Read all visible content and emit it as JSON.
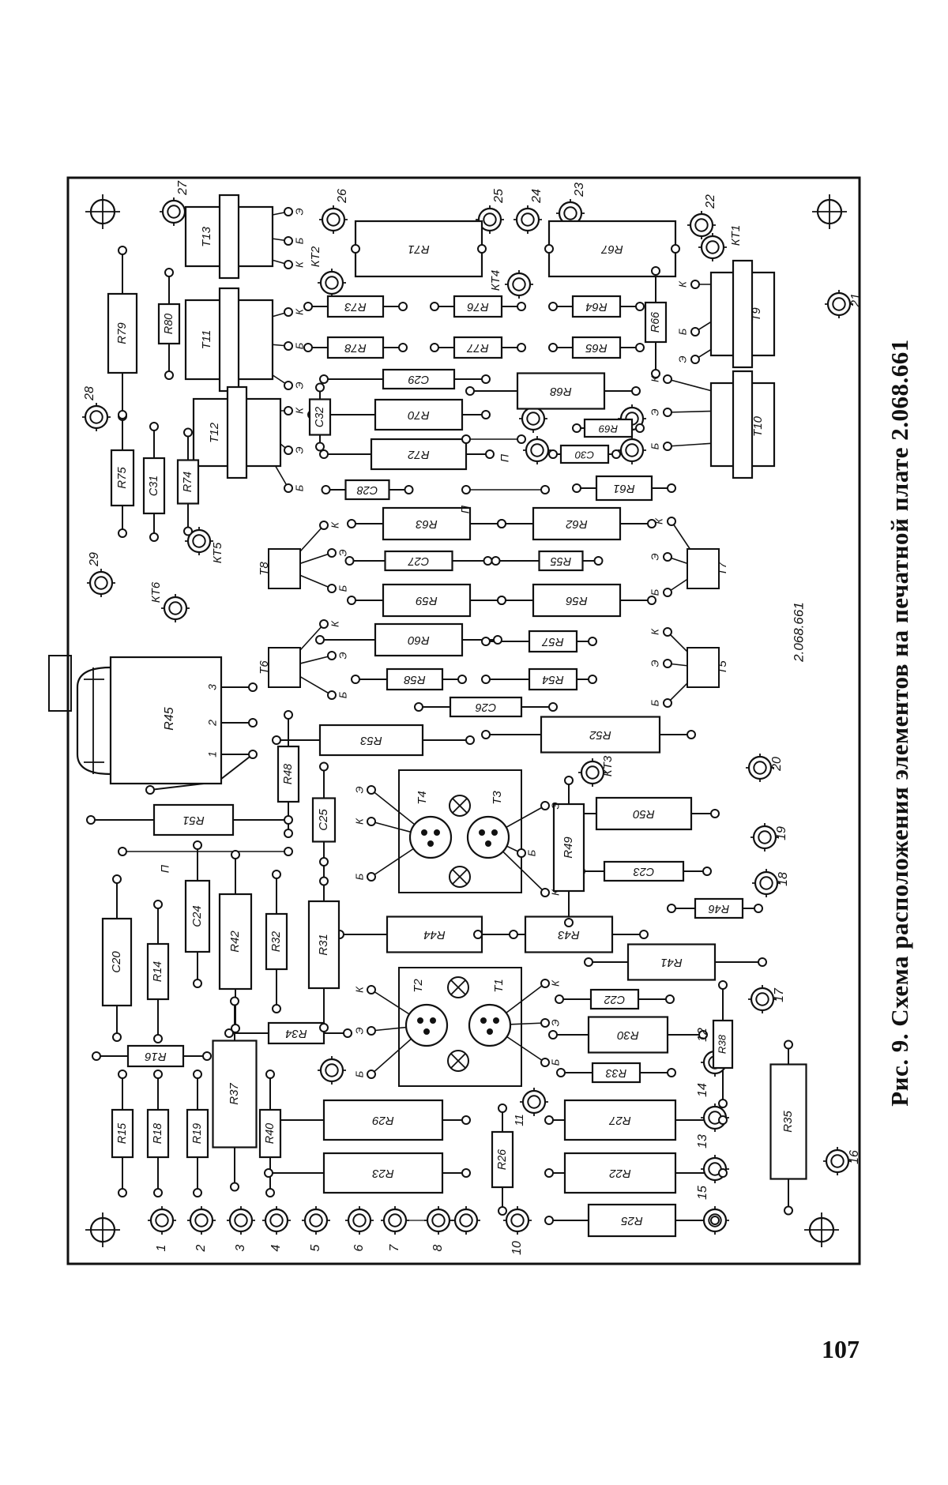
{
  "caption": "Рис. 9. Схема расположения элементов на печатной плате 2.068.661",
  "page_number": "107",
  "board_marking": "2.068.661",
  "pins": [
    "1",
    "2",
    "3",
    "4",
    "5",
    "6",
    "7",
    "8",
    "10",
    "11",
    "12",
    "13",
    "14",
    "15",
    "16",
    "17",
    "18",
    "19",
    "20",
    "21",
    "22",
    "23",
    "24",
    "25",
    "26",
    "27",
    "28",
    "29"
  ],
  "control_points": [
    "КТ1",
    "КТ2",
    "КТ3",
    "КТ4",
    "КТ5",
    "КТ6"
  ],
  "transistors": [
    {
      "ref": "Т1",
      "leads": [
        "К",
        "Э",
        "Б"
      ]
    },
    {
      "ref": "Т2",
      "leads": [
        "К",
        "Э",
        "Б"
      ]
    },
    {
      "ref": "Т3",
      "leads": [
        "Э",
        "Б",
        "К"
      ]
    },
    {
      "ref": "Т4",
      "leads": [
        "Э",
        "К",
        "Б"
      ]
    },
    {
      "ref": "Т5",
      "leads": [
        "К",
        "Э",
        "Б"
      ]
    },
    {
      "ref": "Т6",
      "leads": [
        "К",
        "Э",
        "Б"
      ]
    },
    {
      "ref": "Т7",
      "leads": [
        "К",
        "Э",
        "Б"
      ]
    },
    {
      "ref": "Т8",
      "leads": [
        "К",
        "Э",
        "Б"
      ]
    },
    {
      "ref": "Т9",
      "leads": [
        "К",
        "Б",
        "Э"
      ]
    },
    {
      "ref": "Т10",
      "leads": [
        "К",
        "Э",
        "Б"
      ]
    },
    {
      "ref": "Т11",
      "leads": [
        "К",
        "Б",
        "Э"
      ]
    },
    {
      "ref": "Т12",
      "leads": [
        "К",
        "Э",
        "Б"
      ]
    },
    {
      "ref": "Т13",
      "leads": [
        "Э",
        "Б",
        "К"
      ]
    }
  ],
  "potentiometer": {
    "ref": "R45",
    "terminals": [
      "1",
      "2",
      "3"
    ]
  },
  "resistors": [
    "R14",
    "R15",
    "R16",
    "R18",
    "R19",
    "R22",
    "R23",
    "R25",
    "R26",
    "R27",
    "R29",
    "R30",
    "R31",
    "R32",
    "R33",
    "R34",
    "R35",
    "R37",
    "R38",
    "R40",
    "R41",
    "R42",
    "R43",
    "R44",
    "R46",
    "R48",
    "R49",
    "R50",
    "R51",
    "R52",
    "R53",
    "R54",
    "R55",
    "R56",
    "R57",
    "R58",
    "R59",
    "R60",
    "R61",
    "R62",
    "R63",
    "R64",
    "R65",
    "R66",
    "R67",
    "R68",
    "R69",
    "R70",
    "R71",
    "R72",
    "R73",
    "R74",
    "R75",
    "R76",
    "R77",
    "R78",
    "R79",
    "R80"
  ],
  "capacitors": [
    "C20",
    "C22",
    "C23",
    "C24",
    "C25",
    "C26",
    "C27",
    "C28",
    "C29",
    "C30",
    "C31",
    "C32"
  ],
  "jumper_label": "П"
}
